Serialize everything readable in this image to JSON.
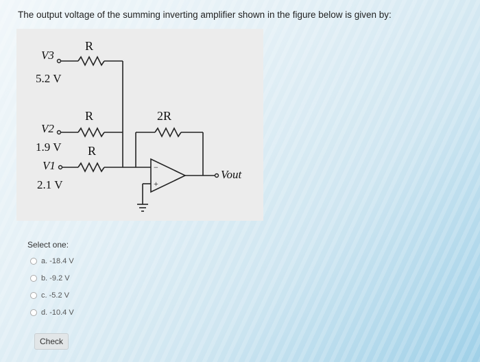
{
  "question": {
    "text": "The output voltage of the summing inverting amplifier shown in the figure below is given by:"
  },
  "figure": {
    "resistor_labels": [
      "R",
      "R",
      "R",
      "2R"
    ],
    "input_labels": [
      "V3",
      "V2",
      "V1"
    ],
    "input_values": [
      "5.2 V",
      "1.9 V",
      "2.1 V"
    ],
    "output_label": "Vout",
    "opamp_minus": "−",
    "opamp_plus": "+"
  },
  "answers": {
    "prompt": "Select one:",
    "options": [
      {
        "label": "a. -18.4 V",
        "selected": false
      },
      {
        "label": "b. -9.2 V",
        "selected": false
      },
      {
        "label": "c. -5.2 V",
        "selected": false
      },
      {
        "label": "d. -10.4 V",
        "selected": false
      }
    ]
  },
  "actions": {
    "check_label": "Check"
  }
}
